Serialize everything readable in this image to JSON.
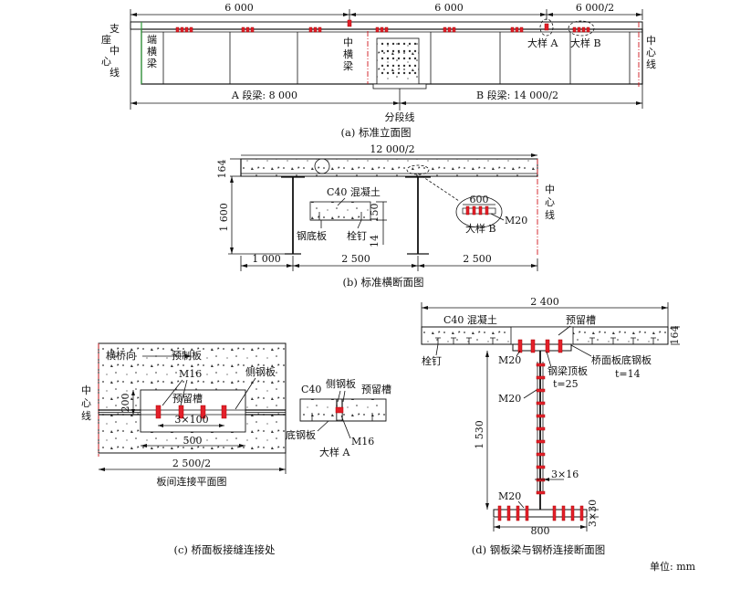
{
  "panel_a": {
    "dims_top": [
      "6 000",
      "6 000",
      "6 000/2"
    ],
    "left_label": "支座中心线",
    "end_beam": "端横梁",
    "mid_beam": "中横梁",
    "detail_a": "大样 A",
    "detail_b": "大样 B",
    "center_line": "中心线",
    "segment_a": "A 段梁: 8 000",
    "segment_b": "B 段梁: 14 000/2",
    "split_line": "分段线",
    "caption": "(a) 标准立面图"
  },
  "panel_b": {
    "dim_total": "12 000/2",
    "dim_164": "164",
    "dim_1600": "1 600",
    "concrete": "C40 混凝土",
    "dim_150": "150",
    "dim_14": "14",
    "bottom_plate": "钢底板",
    "stud": "栓钉",
    "dim_600": "600",
    "detail_b": "大样 B",
    "bolt": "M20",
    "center_line": "中心线",
    "dims_bottom": [
      "1 000",
      "2 500",
      "2 500"
    ],
    "caption": "(b) 标准横断面图"
  },
  "panel_c": {
    "transverse": "横桥向",
    "precast": "预制板",
    "side_plate": "侧钢板",
    "bolt": "M16",
    "slot": "预留槽",
    "dim_200": "200",
    "dim_3x100": "3×100",
    "dim_500": "500",
    "center_line": "中心线",
    "dim_width": "2 500/2",
    "plan_title": "板间连接平面图",
    "det_c40": "C40",
    "det_side": "侧钢板",
    "det_slot": "预留槽",
    "det_bottom": "底钢板",
    "det_bolt": "M16",
    "det_title": "大样 A",
    "caption": "(c) 桥面板接缝连接处"
  },
  "panel_d": {
    "dim_2400": "2 400",
    "concrete": "C40 混凝土",
    "slot": "预留槽",
    "dim_164": "164",
    "stud": "栓钉",
    "bolt_top": "M20",
    "deck_bottom_plate": "桥面板底钢板",
    "t14": "t=14",
    "top_flange": "钢梁顶板",
    "t25": "t=25",
    "bolt_web": "M20",
    "dim_1530": "1 530",
    "dim_3x16": "3×16",
    "bolt_bottom": "M20",
    "dim_3x30": "3×30",
    "dim_800": "800",
    "caption": "(d) 钢板梁与钢桥连接断面图"
  },
  "unit": "单位: mm"
}
